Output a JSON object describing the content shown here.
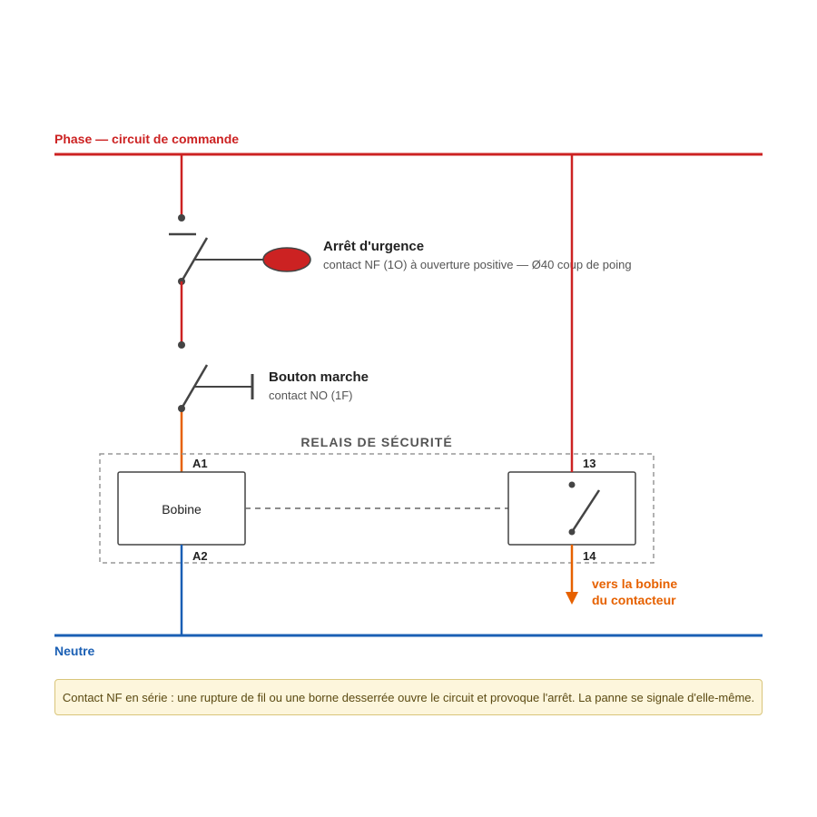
{
  "colors": {
    "phase": "#cc2222",
    "neutral": "#1a5fb4",
    "output": "#e66100",
    "wire": "#444444",
    "button_red": "#cc2222",
    "note_bg": "#fdf6dc"
  },
  "phase": {
    "label": "Phase — circuit de commande"
  },
  "neutral": {
    "label": "Neutre"
  },
  "estop": {
    "title": "Arrêt d'urgence",
    "desc": "contact NF (1O) à ouverture positive — Ø40 coup de poing"
  },
  "start": {
    "title": "Bouton marche",
    "desc": "contact NO (1F)"
  },
  "relay": {
    "title": "RELAIS DE SÉCURITÉ",
    "coil_label": "Bobine",
    "terminals": {
      "a1": "A1",
      "a2": "A2",
      "t13": "13",
      "t14": "14"
    }
  },
  "output": {
    "line1": "vers la bobine",
    "line2": "du contacteur"
  },
  "note": "Contact NF en série : une rupture de fil ou une borne desserrée ouvre le circuit et provoque l'arrêt. La panne se signale d'elle-même."
}
